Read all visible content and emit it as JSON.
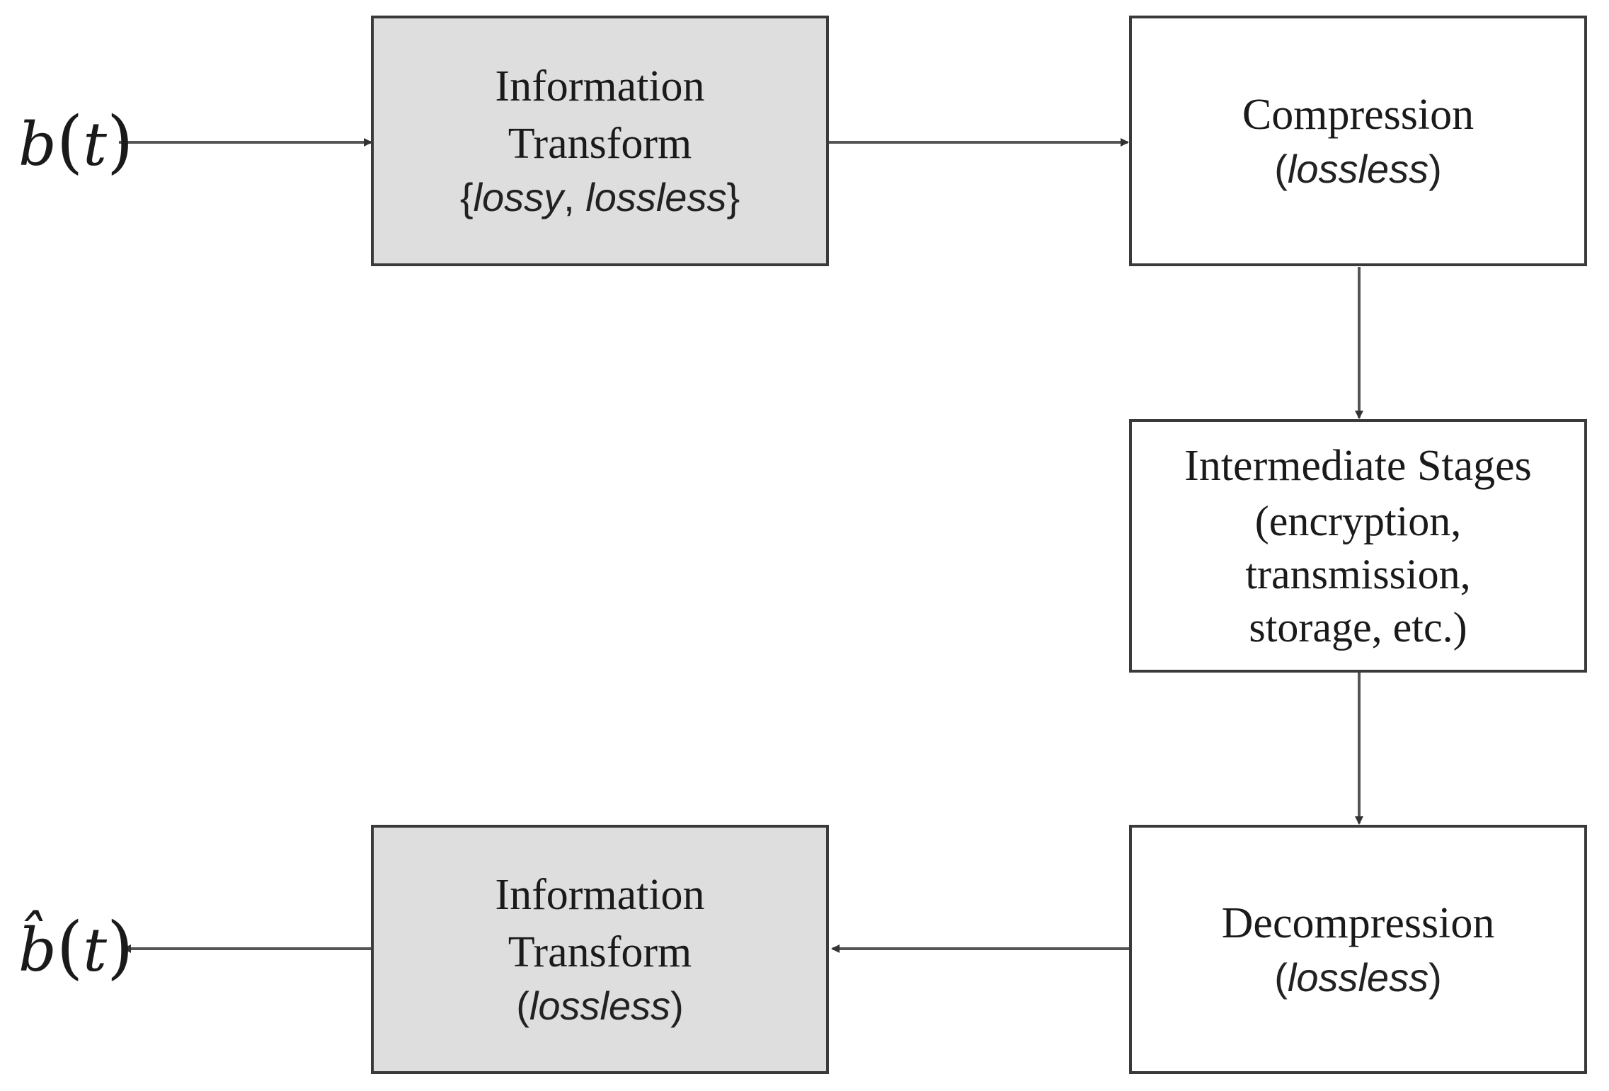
{
  "input_signal": {
    "symbol": "b",
    "argument": "t"
  },
  "output_signal": {
    "symbol": "b̂",
    "argument": "t"
  },
  "blocks": {
    "transform_in": {
      "title_line1": "Information",
      "title_line2": "Transform",
      "mode_open": "{",
      "mode_a": "lossy",
      "mode_sep": ", ",
      "mode_b": "lossless",
      "mode_close": "}",
      "fill": "#dedede"
    },
    "compression": {
      "title": "Compression",
      "mode_open": "(",
      "mode": "lossless",
      "mode_close": ")",
      "fill": "#ffffff"
    },
    "intermediate": {
      "title": "Intermediate Stages",
      "detail_line1": "(encryption,",
      "detail_line2": "transmission,",
      "detail_line3": "storage, etc.)",
      "fill": "#ffffff"
    },
    "decompression": {
      "title": "Decompression",
      "mode_open": "(",
      "mode": "lossless",
      "mode_close": ")",
      "fill": "#ffffff"
    },
    "transform_out": {
      "title_line1": "Information",
      "title_line2": "Transform",
      "mode_open": "(",
      "mode": "lossless",
      "mode_close": ")",
      "fill": "#dedede"
    }
  },
  "colors": {
    "border": "#3a3a3a",
    "arrow": "#555555",
    "shaded_fill": "#dedede"
  }
}
